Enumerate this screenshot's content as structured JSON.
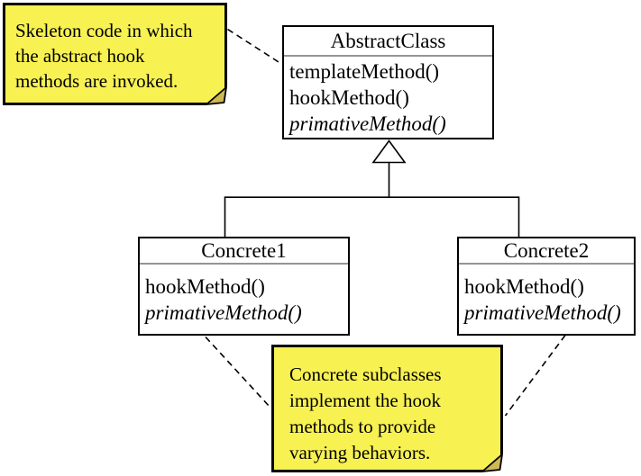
{
  "diagram": {
    "notes": {
      "top": {
        "lines": [
          "Skeleton code in which",
          "the abstract hook",
          "methods are invoked."
        ]
      },
      "bottom": {
        "lines": [
          "Concrete subclasses",
          "implement the hook",
          "methods to provide",
          "varying behaviors."
        ]
      }
    },
    "classes": {
      "abstract": {
        "name": "AbstractClass",
        "methods": [
          "templateMethod()",
          "hookMethod()",
          "primativeMethod()"
        ]
      },
      "concrete1": {
        "name": "Concrete1",
        "methods": [
          "hookMethod()",
          "primativeMethod()"
        ]
      },
      "concrete2": {
        "name": "Concrete2",
        "methods": [
          "hookMethod()",
          "primativeMethod()"
        ]
      }
    },
    "colors": {
      "background": "#FFFFFF",
      "note_fill": "#F7F152",
      "note_fold": "#CDB853",
      "line": "#000000",
      "divider": "#949494"
    }
  }
}
